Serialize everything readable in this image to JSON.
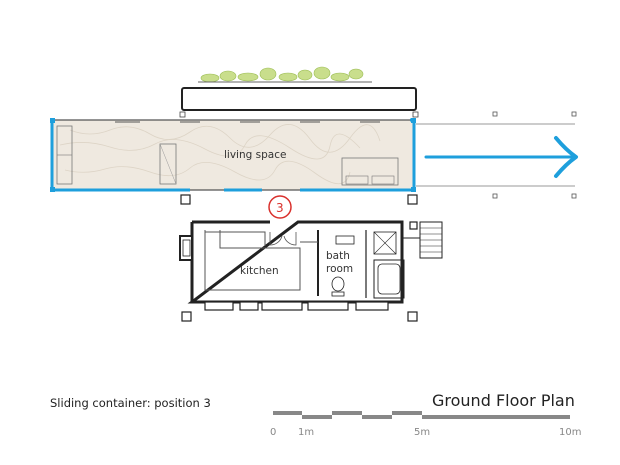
{
  "labels": {
    "living_space": "living space",
    "kitchen": "kitchen",
    "bathroom_line1": "bath",
    "bathroom_line2": "room",
    "position_marker": "3"
  },
  "caption": "Sliding container: position 3",
  "title": "Ground Floor Plan",
  "scale_bar": {
    "ticks": [
      "0",
      "1m",
      "5m",
      "10m"
    ]
  },
  "colors": {
    "accent": "#1e9fdc",
    "marker": "#d9302c",
    "wall": "#222222",
    "greenery": "#c7dd8a"
  }
}
